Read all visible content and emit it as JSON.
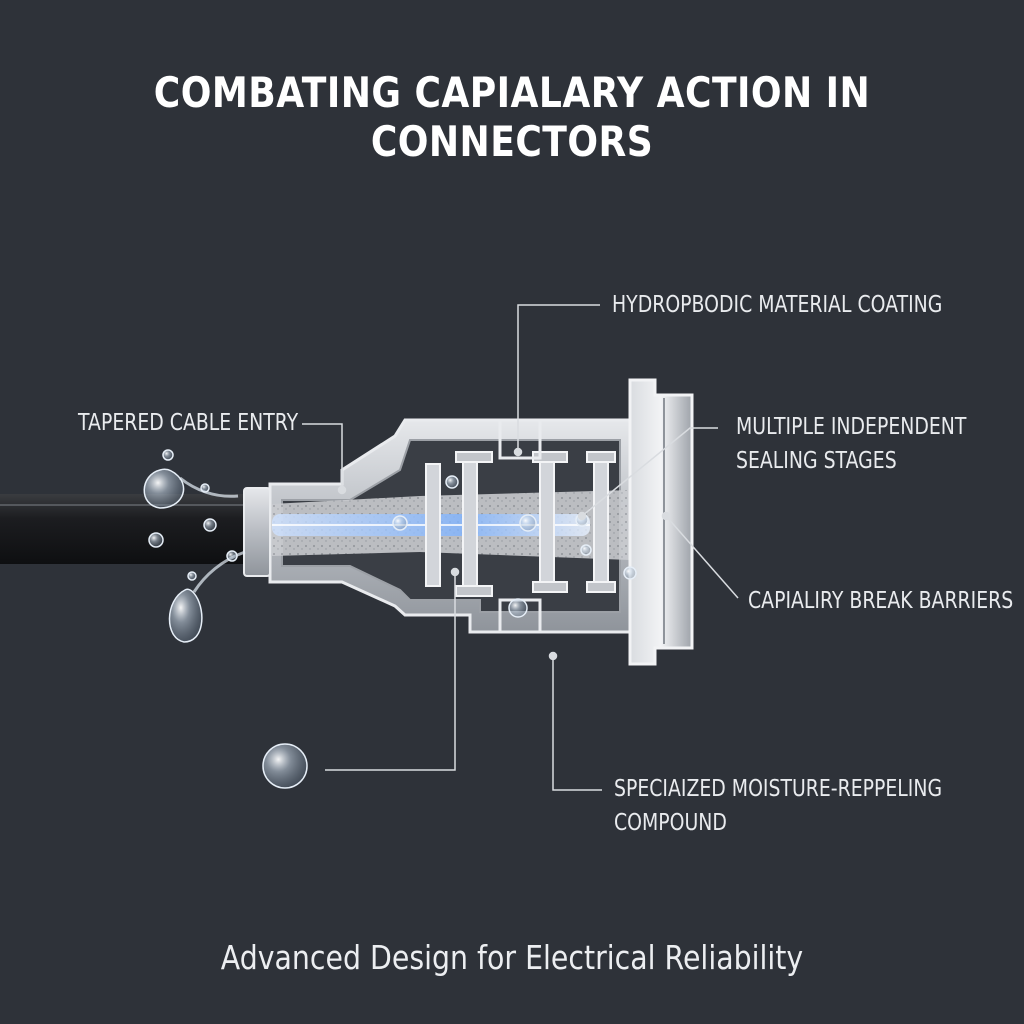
{
  "title": "COMBATING CAPIALARY ACTION IN CONNECTORS",
  "subtitle": "Advanced Design for Electrical Reliability",
  "callouts": {
    "hydrophobic_coating": "HYDROPBODIC MATERIAL COATING",
    "tapered_entry": "TAPERED CABLE ENTRY",
    "sealing_stages_line1": "MULTIPLE INDEPENDENT",
    "sealing_stages_line2": "SEALING STAGES",
    "capillary_break": "CAPIALIRY BREAK BARRIERS",
    "compound_line1": "SPECIAIZED MOISTURE-REPPELING",
    "compound_line2": "COMPOUND"
  },
  "colors": {
    "background": "#2e3239",
    "housing": "#c9ccd1",
    "leader_line": "#d9dce0",
    "cable": "#1b1c1f",
    "core_glow": "#7fb3ff"
  }
}
